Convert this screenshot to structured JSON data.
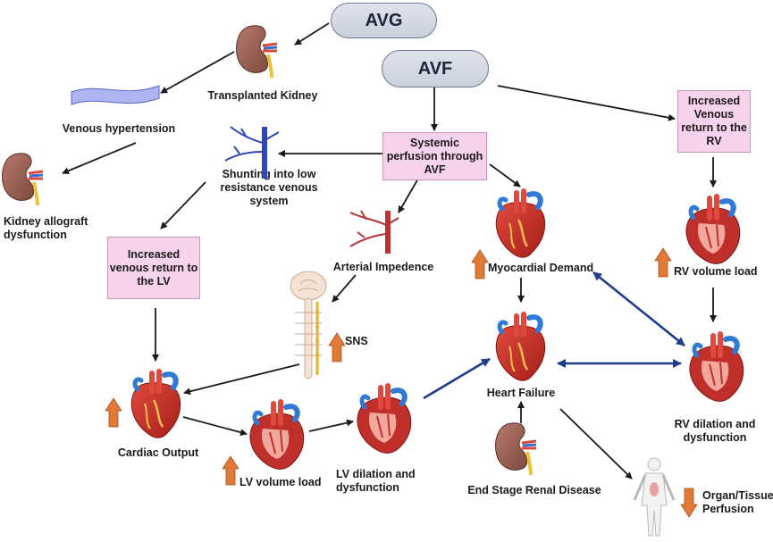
{
  "nodes": {
    "avg": "AVG",
    "avf": "AVF",
    "transplanted_kidney": "Transplanted Kidney",
    "venous_hypertension": "Venous hypertension",
    "kidney_allograft_dysfunction": "Kidney allograft dysfunction",
    "systemic_perfusion": "Systemic perfusion through AVF",
    "shunting": "Shunting into low resistance venous system",
    "increased_venous_return_lv": "Increased venous return to the LV",
    "arterial_impedence": "Arterial Impedence",
    "sns": "SNS",
    "cardiac_output": "Cardiac Output",
    "lv_volume_load": "LV volume load",
    "lv_dilation": "LV dilation and dysfunction",
    "myocardial_demand": "Myocardial Demand",
    "heart_failure": "Heart Failure",
    "end_stage_renal_disease": "End Stage Renal Disease",
    "organ_tissue_perfusion": "Organ/Tissue Perfusion",
    "increased_venous_return_rv": "Increased Venous return to the RV",
    "rv_volume_load": "RV volume load",
    "rv_dilation": "RV dilation and dysfunction"
  },
  "indicators": {
    "myocardial_demand": "up",
    "sns": "up",
    "cardiac_output": "up",
    "lv_volume_load": "up",
    "rv_volume_load": "up",
    "organ_tissue_perfusion": "down"
  },
  "colors": {
    "pill_fill": "#d4d9e4",
    "pink_box": "#f6d2ec",
    "arrow_black": "#1a1a1a",
    "arrow_blue": "#1f3d8a",
    "indicator_orange": "#e07a36"
  },
  "icons": [
    "kidney-icon",
    "vein-icon",
    "artery-icon",
    "nervous-system-icon",
    "heart-icon",
    "human-body-icon"
  ]
}
